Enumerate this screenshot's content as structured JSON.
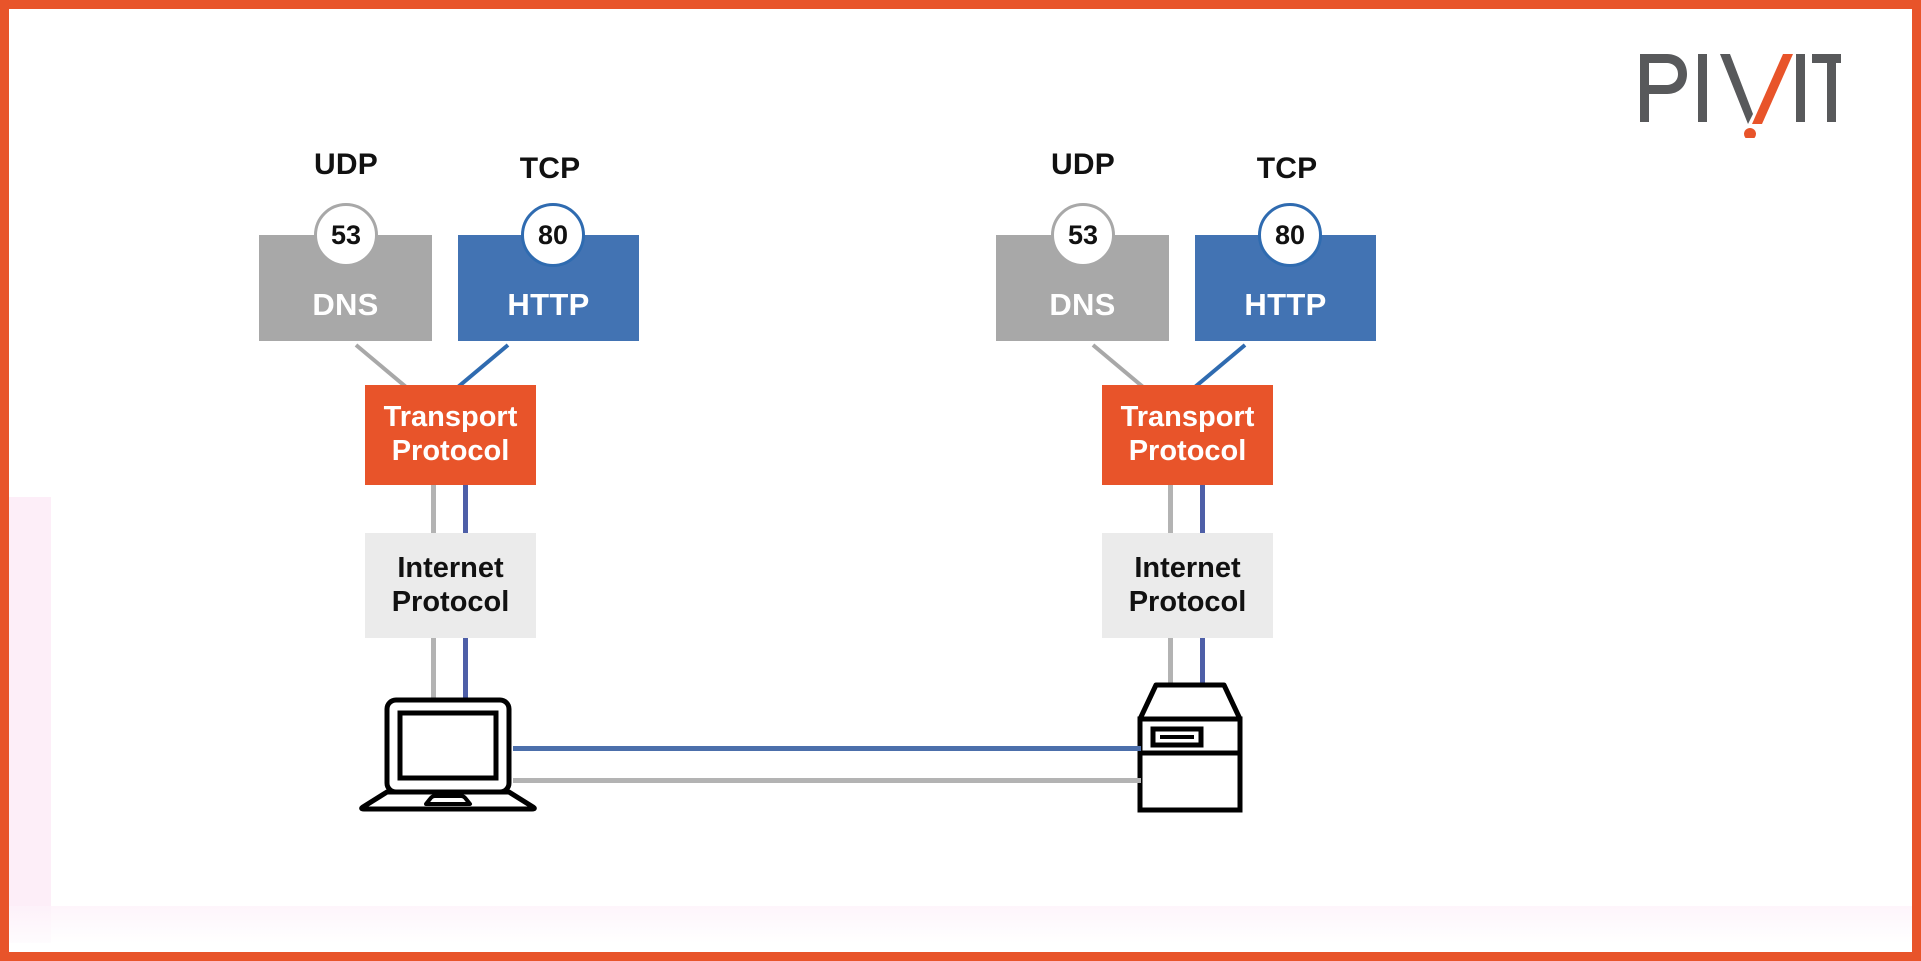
{
  "page": {
    "title": "TCP/IP protocol stack communication diagram",
    "background": "#ffffff",
    "frame_color": "#e8542a"
  },
  "brand": {
    "name": "PIVIT",
    "text_part_1": "PIV",
    "text_part_2": "IT",
    "gray": "#58595b",
    "orange": "#e8542a"
  },
  "colors": {
    "orange": "#e8542a",
    "blue": "#4273b3",
    "blue_dark": "#2f6bb0",
    "gray": "#a8a8a8",
    "light_gray": "#ebebeb",
    "line_blue": "#4e5fa8",
    "text_dark": "#111111",
    "white": "#ffffff"
  },
  "nodes": {
    "client": {
      "device_label": "laptop",
      "transport_protocol": "Transport\nProtocol",
      "transport_line_1": "Transport",
      "transport_line_2": "Protocol",
      "internet_line_1": "Internet",
      "internet_line_2": "Protocol",
      "applications": [
        {
          "transport_label": "UDP",
          "port": "53",
          "name": "DNS",
          "color": "#a8a8a8"
        },
        {
          "transport_label": "TCP",
          "port": "80",
          "name": "HTTP",
          "color": "#4273b3"
        }
      ]
    },
    "server": {
      "device_label": "server",
      "transport_protocol": "Transport\nProtocol",
      "transport_line_1": "Transport",
      "transport_line_2": "Protocol",
      "internet_line_1": "Internet",
      "internet_line_2": "Protocol",
      "applications": [
        {
          "transport_label": "UDP",
          "port": "53",
          "name": "DNS",
          "color": "#a8a8a8"
        },
        {
          "transport_label": "TCP",
          "port": "80",
          "name": "HTTP",
          "color": "#4273b3"
        }
      ]
    }
  },
  "links": {
    "tcp_path_color": "#4e5fa8",
    "udp_path_color": "#a8a8a8"
  }
}
